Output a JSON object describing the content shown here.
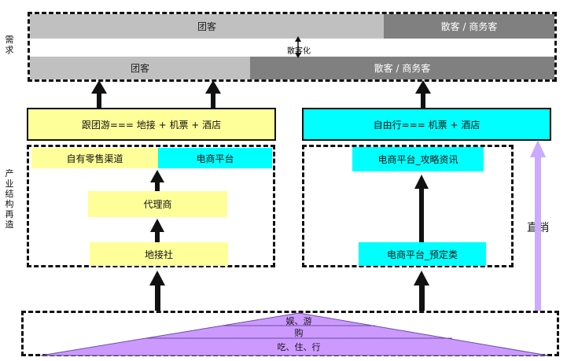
{
  "side_labels": {
    "demand": "需求",
    "industry": "产业结构再造"
  },
  "demand": {
    "top_left": "团客",
    "top_right": "散客 / 商务客",
    "middle": "散客化",
    "bottom_left": "团客",
    "bottom_right": "散客 / 商务客"
  },
  "left": {
    "header": "跟团游=== 地接 + 机票 + 酒店",
    "retail": "自有零售渠道",
    "ecommerce": "电商平台",
    "agent": "代理商",
    "local": "地接社"
  },
  "right": {
    "header": "自由行=== 机票 + 酒店",
    "guide": "电商平台_攻略资讯",
    "booking": "电商平台_预定类",
    "direct": "直销"
  },
  "base": {
    "top": "娱、游",
    "middle": "购",
    "bottom": "吃、住、行"
  },
  "colors": {
    "yellow": "#ffff99",
    "cyan": "#00ffff",
    "light_gray": "#c0c0c0",
    "dark_gray": "#808080",
    "purple": "#cc99ff",
    "light_purple": "#ccaaff"
  }
}
